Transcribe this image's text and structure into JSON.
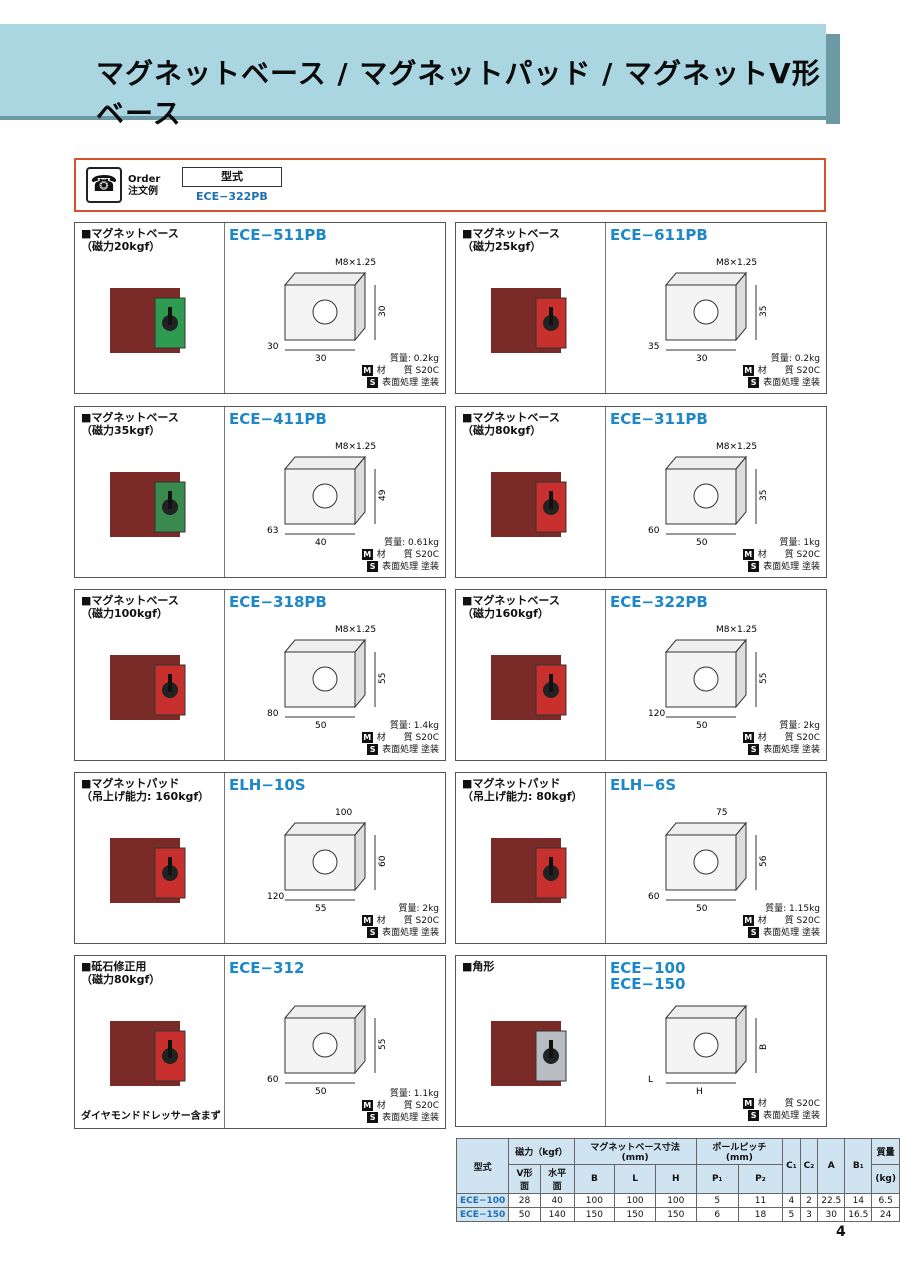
{
  "page": {
    "title": "マグネットベース / マグネットパッド / マグネットV形ベース",
    "page_number": "4"
  },
  "order": {
    "label_en": "Order",
    "label_jp": "注文例",
    "field_label": "型式",
    "field_value": "ECE−322PB"
  },
  "cards": [
    {
      "cat1": "■マグネットベース",
      "cat2": "（磁力20kgf）",
      "model": "ECE−511PB",
      "thread": "M8×1.25",
      "dim1": "30",
      "dim2": "30",
      "dim3": "30",
      "weight": "質量: 0.2kg",
      "material": "材　　質  S20C",
      "finish": "表面処理  塗装",
      "photo_color": "#2e9b50"
    },
    {
      "cat1": "■マグネットベース",
      "cat2": "（磁力25kgf）",
      "model": "ECE−611PB",
      "thread": "M8×1.25",
      "dim1": "35",
      "dim2": "35",
      "dim3": "30",
      "weight": "質量: 0.2kg",
      "material": "材　　質  S20C",
      "finish": "表面処理  塗装",
      "photo_color": "#c8302d"
    },
    {
      "cat1": "■マグネットベース",
      "cat2": "（磁力35kgf）",
      "model": "ECE−411PB",
      "thread": "M8×1.25",
      "dim1": "49",
      "dim2": "63",
      "dim3": "40",
      "weight": "質量: 0.61kg",
      "material": "材　　質  S20C",
      "finish": "表面処理  塗装",
      "photo_color": "#3a8a4e"
    },
    {
      "cat1": "■マグネットベース",
      "cat2": "（磁力80kgf）",
      "model": "ECE−311PB",
      "thread": "M8×1.25",
      "dim1": "35",
      "dim2": "60",
      "dim3": "50",
      "weight": "質量: 1kg",
      "material": "材　　質  S20C",
      "finish": "表面処理  塗装",
      "photo_color": "#c8302d"
    },
    {
      "cat1": "■マグネットベース",
      "cat2": "（磁力100kgf）",
      "model": "ECE−318PB",
      "thread": "M8×1.25",
      "dim1": "55",
      "dim2": "80",
      "dim3": "50",
      "weight": "質量: 1.4kg",
      "material": "材　　質  S20C",
      "finish": "表面処理  塗装",
      "photo_color": "#c8302d"
    },
    {
      "cat1": "■マグネットベース",
      "cat2": "（磁力160kgf）",
      "model": "ECE−322PB",
      "thread": "M8×1.25",
      "dim1": "55",
      "dim2": "120",
      "dim3": "50",
      "weight": "質量: 2kg",
      "material": "材　　質  S20C",
      "finish": "表面処理  塗装",
      "photo_color": "#c8302d"
    },
    {
      "cat1": "■マグネットパッド",
      "cat2": "（吊上げ能力: 160kgf）",
      "model": "ELH−10S",
      "thread": "100",
      "dim1": "60",
      "dim2": "120",
      "dim3": "55",
      "weight": "質量: 2kg",
      "material": "材　　質  S20C",
      "finish": "表面処理  塗装",
      "photo_color": "#c8302d"
    },
    {
      "cat1": "■マグネットパッド",
      "cat2": "（吊上げ能力: 80kgf）",
      "model": "ELH−6S",
      "thread": "75",
      "dim1": "56",
      "dim2": "60",
      "dim3": "50",
      "weight": "質量: 1.15kg",
      "material": "材　　質  S20C",
      "finish": "表面処理  塗装",
      "photo_color": "#c8302d"
    },
    {
      "cat1": "■砥石修正用",
      "cat2": "（磁力80kgf）",
      "model": "ECE−312",
      "thread": "",
      "dim1": "55",
      "dim2": "60",
      "dim3": "50",
      "weight": "質量: 1.1kg",
      "material": "材　　質  S20C",
      "finish": "表面処理  塗装",
      "photo_color": "#c8302d",
      "note": "ダイヤモンドドレッサー含まず"
    },
    {
      "cat1": "■角形",
      "cat2": "",
      "model": "ECE−100\nECE−150",
      "thread": "",
      "dim1": "B",
      "dim2": "L",
      "dim3": "H",
      "weight": "",
      "material": "材　　質  S20C",
      "finish": "表面処理  塗装",
      "photo_color": "#b8bdc4"
    }
  ],
  "table": {
    "headers_top": [
      "型式",
      "磁力（kgf）",
      "マグネットベース寸法(mm)",
      "ポールピッチ(mm)",
      "C₁",
      "C₂",
      "A",
      "B₁",
      "質量"
    ],
    "headers_sub": [
      "V形面",
      "水平面",
      "B",
      "L",
      "H",
      "P₁",
      "P₂",
      "(kg)"
    ],
    "rows": [
      [
        "ECE−100",
        "28",
        "40",
        "100",
        "100",
        "100",
        "5",
        "11",
        "4",
        "2",
        "22.5",
        "14",
        "6.5"
      ],
      [
        "ECE−150",
        "50",
        "140",
        "150",
        "150",
        "150",
        "6",
        "18",
        "5",
        "3",
        "30",
        "16.5",
        "24"
      ]
    ]
  }
}
